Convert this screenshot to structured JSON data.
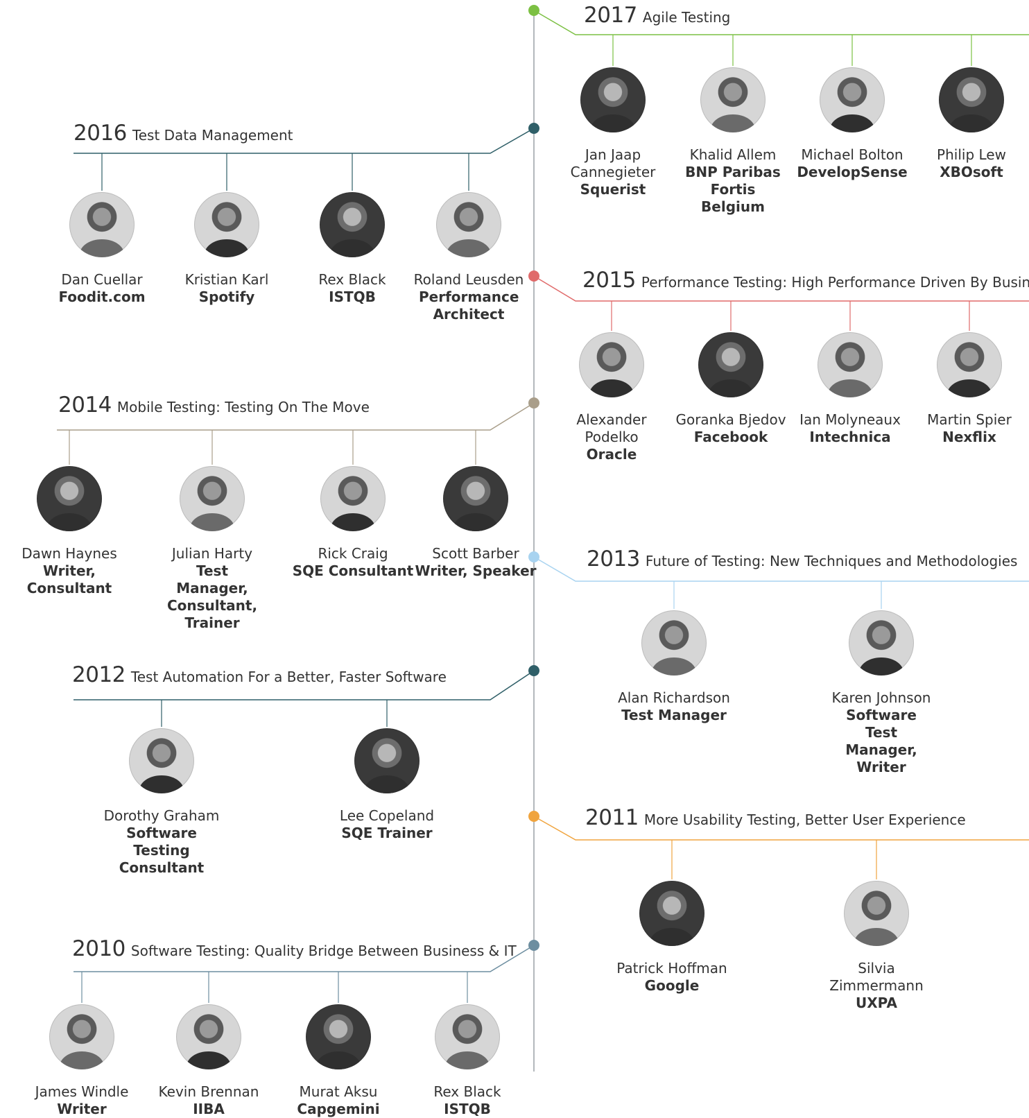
{
  "colors": {
    "axis": "#9aa0a6",
    "y2017": "#7cc043",
    "y2016": "#2f5f68",
    "y2015": "#e06a6a",
    "y2014": "#a99e8a",
    "y2013": "#a8d3f0",
    "y2012": "#2f5f68",
    "y2011": "#f0a43e",
    "y2010": "#6d8ea0"
  },
  "timeline": [
    {
      "year": "2017",
      "topic": "Agile Testing",
      "side": "right",
      "color": "#7cc043",
      "speakers": [
        {
          "name": "Jan Jaap Cannegieter",
          "role": "Squerist",
          "icon": "portrait-photo"
        },
        {
          "name": "Khalid Allem",
          "role": "BNP Paribas Fortis Belgium",
          "icon": "portrait-photo"
        },
        {
          "name": "Michael Bolton",
          "role": "DevelopSense",
          "icon": "portrait-photo"
        },
        {
          "name": "Philip Lew",
          "role": "XBOsoft",
          "icon": "portrait-photo"
        }
      ]
    },
    {
      "year": "2016",
      "topic": "Test Data Management",
      "side": "left",
      "color": "#2f5f68",
      "speakers": [
        {
          "name": "Dan Cuellar",
          "role": "Foodit.com",
          "icon": "portrait-photo"
        },
        {
          "name": "Kristian Karl",
          "role": "Spotify",
          "icon": "portrait-photo"
        },
        {
          "name": "Rex Black",
          "role": "ISTQB",
          "icon": "portrait-photo"
        },
        {
          "name": "Roland Leusden",
          "role": "Performance Architect",
          "icon": "portrait-photo"
        }
      ]
    },
    {
      "year": "2015",
      "topic": "Performance Testing: High Performance Driven By Business",
      "side": "right",
      "color": "#e06a6a",
      "speakers": [
        {
          "name": "Alexander Podelko",
          "role": "Oracle",
          "icon": "portrait-photo"
        },
        {
          "name": "Goranka Bjedov",
          "role": "Facebook",
          "icon": "portrait-photo"
        },
        {
          "name": "Ian Molyneaux",
          "role": "Intechnica",
          "icon": "portrait-photo"
        },
        {
          "name": "Martin Spier",
          "role": "Nexflix",
          "icon": "portrait-photo"
        }
      ]
    },
    {
      "year": "2014",
      "topic": "Mobile Testing: Testing On The Move",
      "side": "left",
      "color": "#a99e8a",
      "speakers": [
        {
          "name": "Dawn Haynes",
          "role": "Writer, Consultant",
          "icon": "portrait-photo"
        },
        {
          "name": "Julian Harty",
          "role": "Test Manager, Consultant, Trainer",
          "icon": "portrait-photo"
        },
        {
          "name": "Rick Craig",
          "role": "SQE Consultant",
          "icon": "portrait-photo"
        },
        {
          "name": "Scott Barber",
          "role": "Writer, Speaker",
          "icon": "portrait-photo"
        }
      ]
    },
    {
      "year": "2013",
      "topic": "Future of Testing: New Techniques and Methodologies",
      "side": "right",
      "color": "#a8d3f0",
      "speakers": [
        {
          "name": "Alan Richardson",
          "role": "Test Manager",
          "icon": "portrait-photo"
        },
        {
          "name": "Karen Johnson",
          "role": "Software Test Manager, Writer",
          "icon": "portrait-photo"
        }
      ]
    },
    {
      "year": "2012",
      "topic": "Test Automation For a Better, Faster Software",
      "side": "left",
      "color": "#2f5f68",
      "speakers": [
        {
          "name": "Dorothy Graham",
          "role": "Software Testing Consultant",
          "icon": "portrait-photo"
        },
        {
          "name": "Lee Copeland",
          "role": "SQE Trainer",
          "icon": "portrait-photo"
        }
      ]
    },
    {
      "year": "2011",
      "topic": "More Usability Testing, Better User Experience",
      "side": "right",
      "color": "#f0a43e",
      "speakers": [
        {
          "name": "Patrick Hoffman",
          "role": "Google",
          "icon": "portrait-photo"
        },
        {
          "name": "Silvia Zimmermann",
          "role": "UXPA",
          "icon": "portrait-photo"
        }
      ]
    },
    {
      "year": "2010",
      "topic": "Software Testing: Quality Bridge Between Business & IT",
      "side": "left",
      "color": "#6d8ea0",
      "speakers": [
        {
          "name": "James Windle",
          "role": "Writer",
          "icon": "portrait-photo"
        },
        {
          "name": "Kevin Brennan",
          "role": "IIBA",
          "icon": "portrait-photo"
        },
        {
          "name": "Murat Aksu",
          "role": "Capgemini",
          "icon": "portrait-photo"
        },
        {
          "name": "Rex Black",
          "role": "ISTQB",
          "icon": "portrait-photo"
        }
      ]
    }
  ]
}
